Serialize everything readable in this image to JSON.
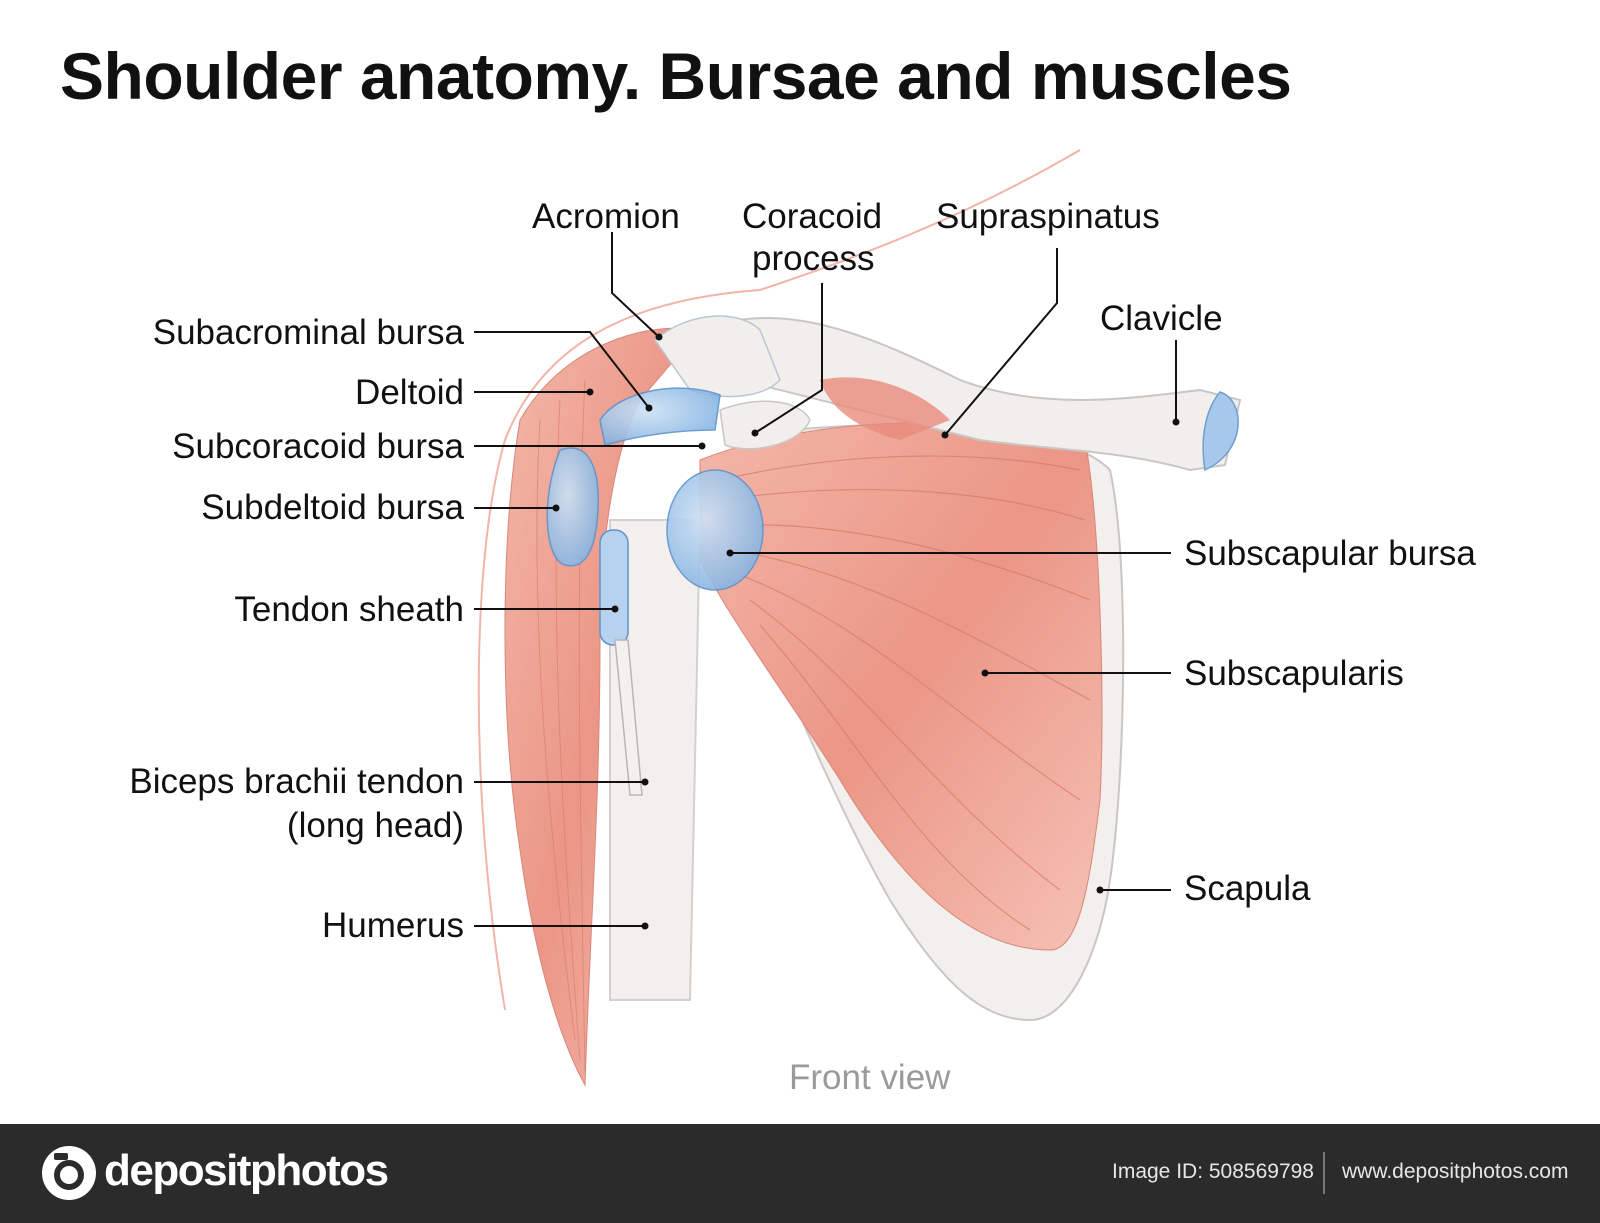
{
  "title": "Shoulder anatomy. Bursae and muscles",
  "caption": "Front view",
  "labels": {
    "acromion": "Acromion",
    "coracoid_1": "Coracoid",
    "coracoid_2": "process",
    "supraspinatus": "Supraspinatus",
    "clavicle": "Clavicle",
    "subacromial_bursa": "Subacrominal bursa",
    "deltoid": "Deltoid",
    "subcoracoid_bursa": "Subcoracoid bursa",
    "subdeltoid_bursa": "Subdeltoid bursa",
    "tendon_sheath": "Tendon sheath",
    "biceps_1": "Biceps brachii tendon",
    "biceps_2": "(long head)",
    "humerus": "Humerus",
    "subscapular_bursa": "Subscapular bursa",
    "subscapularis": "Subscapularis",
    "scapula": "Scapula"
  },
  "footer": {
    "brand": "depositphotos",
    "image_id": "Image ID: 508569798",
    "url": "www.depositphotos.com"
  },
  "colors": {
    "muscle": "#eda090",
    "muscle_dark": "#e07a6a",
    "bone": "#f1eeec",
    "bursa": "#8fb9e4",
    "footer": "#2b2b2b"
  }
}
